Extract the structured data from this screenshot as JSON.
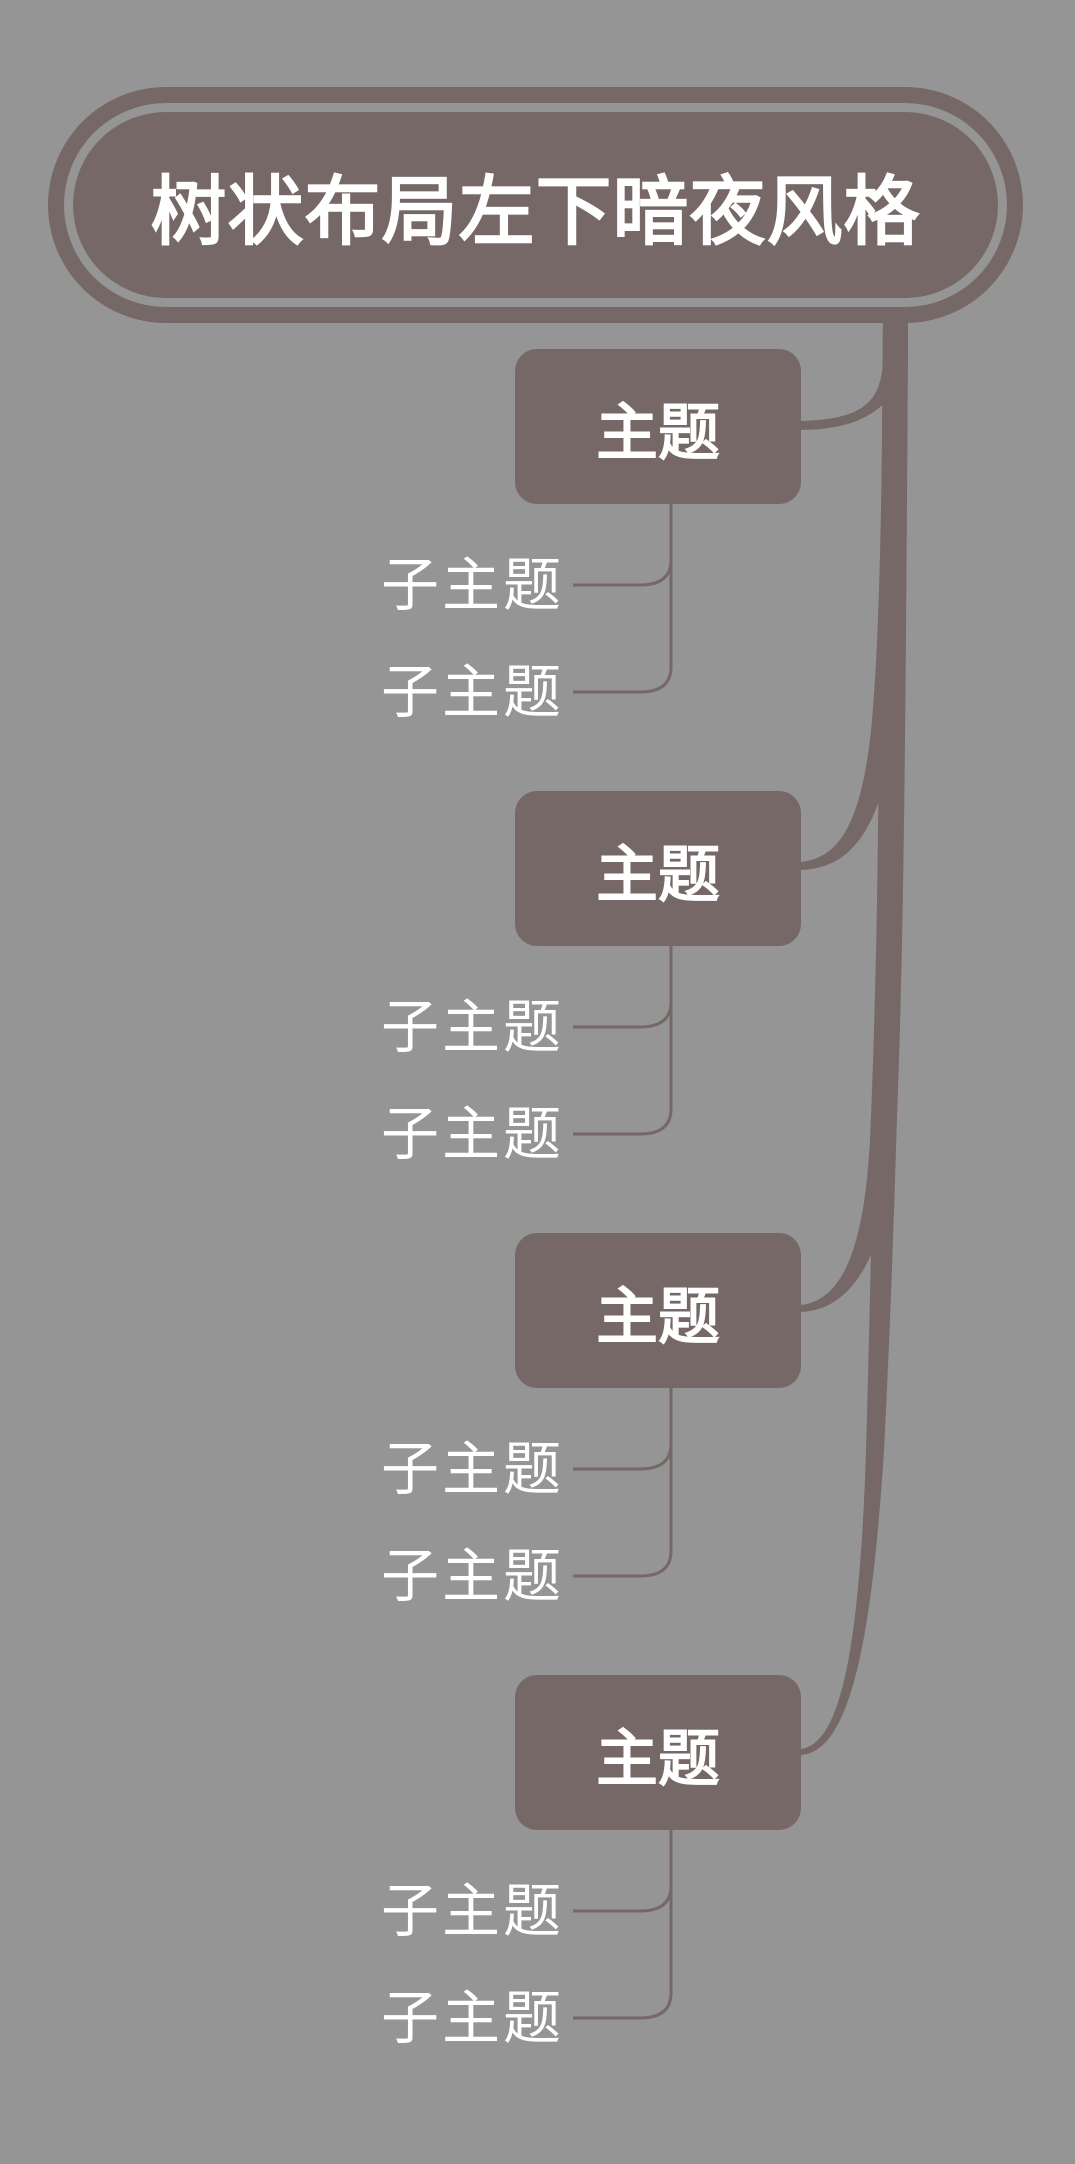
{
  "colors": {
    "background": "#959595",
    "node_fill": "#776868",
    "connector": "#776868",
    "text": "#ffffff"
  },
  "root": {
    "title": "树状布局左下暗夜风格"
  },
  "topics": [
    {
      "label": "主题",
      "subtopics": [
        {
          "label": "子主题"
        },
        {
          "label": "子主题"
        }
      ]
    },
    {
      "label": "主题",
      "subtopics": [
        {
          "label": "子主题"
        },
        {
          "label": "子主题"
        }
      ]
    },
    {
      "label": "主题",
      "subtopics": [
        {
          "label": "子主题"
        },
        {
          "label": "子主题"
        }
      ]
    },
    {
      "label": "主题",
      "subtopics": [
        {
          "label": "子主题"
        },
        {
          "label": "子主题"
        }
      ]
    }
  ]
}
